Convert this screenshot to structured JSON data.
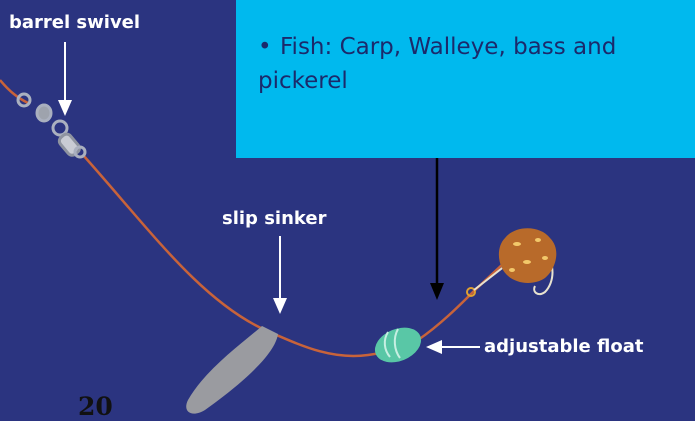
{
  "labels": {
    "barrel_swivel": "barrel swivel",
    "slip_sinker": "slip sinker",
    "adjustable_float": "adjustable float"
  },
  "info_box": {
    "bullet": "•",
    "text": "Fish: Carp, Walleye, bass and pickerel"
  },
  "page_number": "20",
  "colors": {
    "background": "#2b3480",
    "info_box": "#00b9ee",
    "line": "#c8633a",
    "sinker": "#9a9ba0",
    "float": "#59c7a6",
    "bait": "#b86a2a"
  },
  "icons": [
    "barrel-swivel-icon",
    "slip-sinker-icon",
    "float-icon",
    "hook-icon",
    "bait-icon"
  ]
}
